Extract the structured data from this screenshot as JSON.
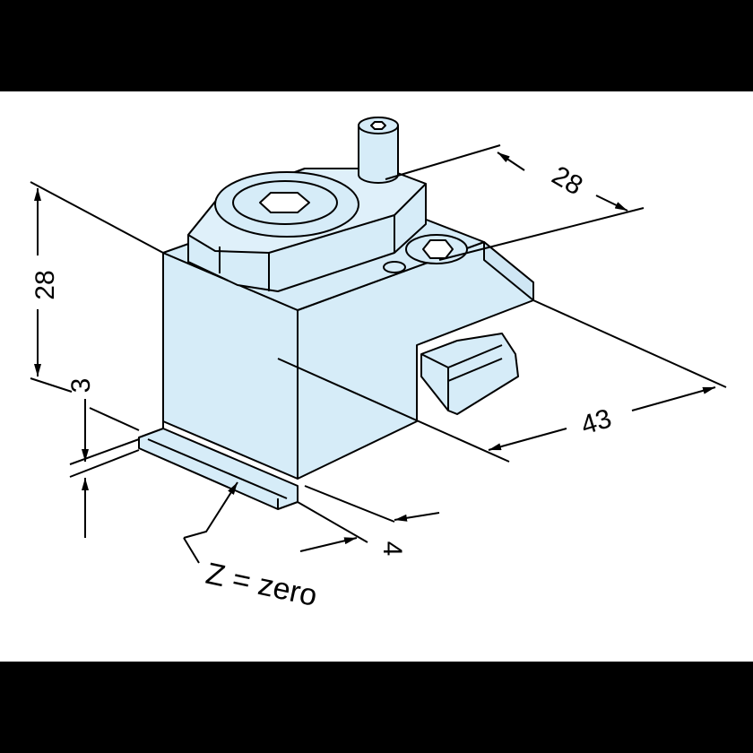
{
  "drawing": {
    "subject": "clamping module with zero-point strip",
    "fill_color": "#d6ecf8",
    "line_color": "#000000",
    "background": "#ffffff",
    "letterbox_color": "#000000"
  },
  "dimensions": {
    "height_total": "28",
    "depth_top": "28",
    "length": "43",
    "strip_height": "3",
    "strip_offset": "4"
  },
  "annotations": {
    "zero_label": "Z = zero"
  }
}
